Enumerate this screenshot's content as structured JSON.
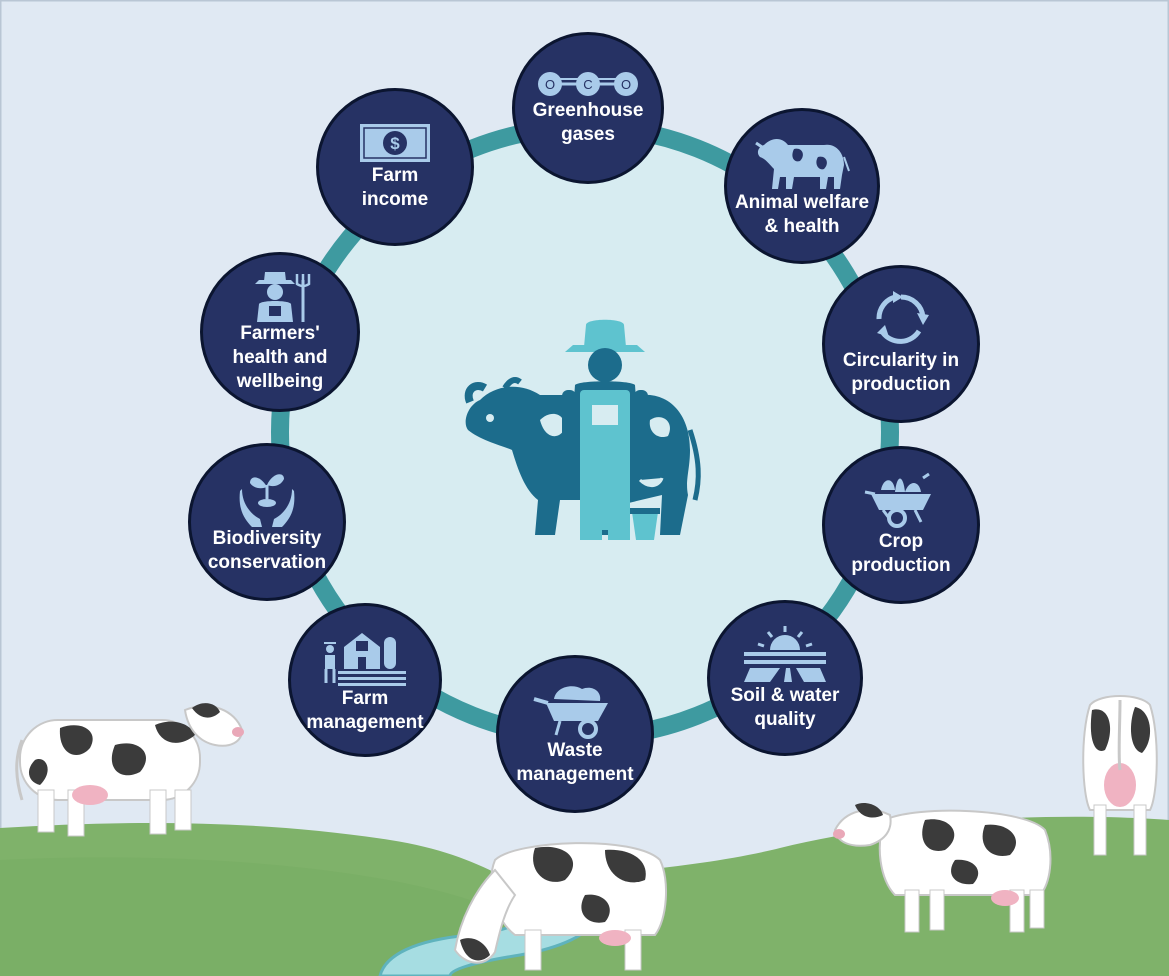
{
  "colors": {
    "sky": "#e0e9f3",
    "grass": "#7fb26a",
    "ring": "#3e9aa0",
    "inner_circle": "#d7ecf1",
    "node_fill": "#263264",
    "node_border": "#0b1530",
    "icon_light": "#a9cbea",
    "center_dark": "#1c6c8c",
    "center_light": "#5ec3cf"
  },
  "nodes": [
    {
      "id": "greenhouse-gases",
      "label": "Greenhouse\ngases",
      "icon": "co2-molecule-icon",
      "icon_text": [
        "O",
        "C",
        "O"
      ]
    },
    {
      "id": "animal-welfare",
      "label": "Animal welfare\n& health",
      "icon": "cow-icon"
    },
    {
      "id": "circularity",
      "label": "Circularity in\nproduction",
      "icon": "recycle-arrows-icon"
    },
    {
      "id": "crop-production",
      "label": "Crop\nproduction",
      "icon": "wheelbarrow-crops-icon"
    },
    {
      "id": "soil-water",
      "label": "Soil & water\nquality",
      "icon": "sun-field-icon"
    },
    {
      "id": "waste-management",
      "label": "Waste\nmanagement",
      "icon": "wheelbarrow-waste-icon"
    },
    {
      "id": "farm-management",
      "label": "Farm\nmanagement",
      "icon": "barn-farmer-icon"
    },
    {
      "id": "biodiversity",
      "label": "Biodiversity\nconservation",
      "icon": "hands-plant-icon"
    },
    {
      "id": "farmers-health",
      "label": "Farmers'\nhealth and\nwellbeing",
      "icon": "farmer-pitchfork-icon"
    },
    {
      "id": "farm-income",
      "label": "Farm\nincome",
      "icon": "dollar-bill-icon",
      "icon_text": "$"
    }
  ],
  "center": {
    "icon": "farmer-with-cow-icon"
  },
  "scenery": {
    "icons": [
      "cow-left-icon",
      "cow-grazing-icon",
      "cow-right-icon",
      "cow-rear-icon",
      "stream-icon"
    ]
  }
}
